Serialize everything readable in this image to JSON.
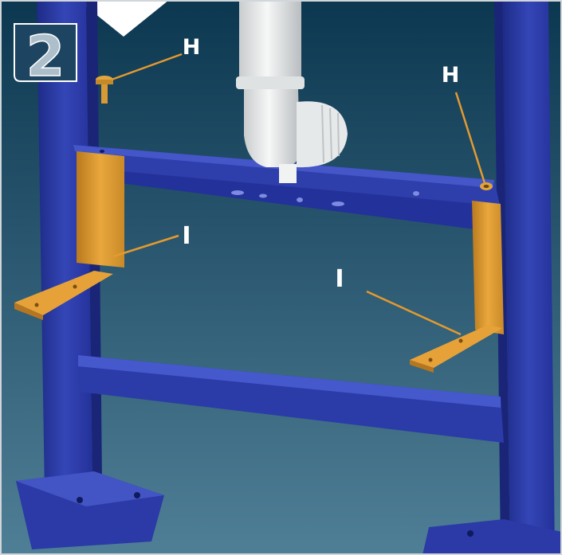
{
  "step": {
    "number": "2"
  },
  "labels": {
    "h_left": "H",
    "h_right": "H",
    "i_left": "I",
    "i_right": "I"
  },
  "colors": {
    "background_top": "#0c3750",
    "background_bottom": "#4f7f96",
    "frame_blue": "#2f3fae",
    "frame_blue_dark": "#1d2a86",
    "frame_blue_light": "#4456c8",
    "bracket_orange": "#e6a238",
    "pipe_white": "#eef0f1",
    "leader_orange": "#e39a30",
    "label_white": "#ffffff"
  },
  "parts": [
    {
      "id": "H",
      "name": "screw"
    },
    {
      "id": "I",
      "name": "support-bracket"
    }
  ]
}
